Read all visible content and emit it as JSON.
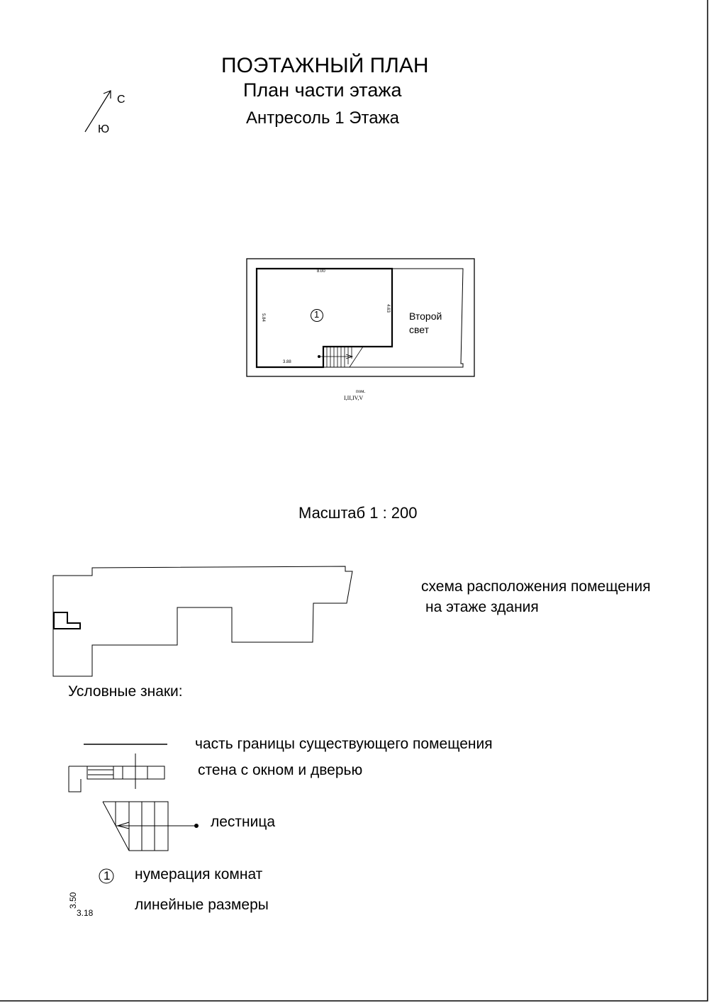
{
  "header": {
    "title": "ПОЭТАЖНЫЙ ПЛАН",
    "subtitle": "План части этажа",
    "floor": "Антресоль 1 Этажа"
  },
  "compass": {
    "north": "С",
    "south": "Ю"
  },
  "plan": {
    "room_number": "1",
    "dim_top": "8.00",
    "dim_right": "4.63",
    "dim_left": "5.84",
    "dim_bottom": "3.88",
    "second_light_line1": "Второй",
    "second_light_line2": "свет",
    "rooms_label": "пом.",
    "rooms_list": "I,II,IV,V"
  },
  "scale": "Масштаб 1 : 200",
  "schema": {
    "line1": "схема расположения помещения",
    "line2": "на этаже здания"
  },
  "legend": {
    "title": "Условные знаки:",
    "items": [
      "часть границы существующего помещения",
      "стена с окном и дверью",
      "лестница",
      "нумерация комнат",
      "линейные размеры"
    ],
    "room_number_sample": "1",
    "dim_sample_a": "3.50",
    "dim_sample_b": "3.18"
  }
}
